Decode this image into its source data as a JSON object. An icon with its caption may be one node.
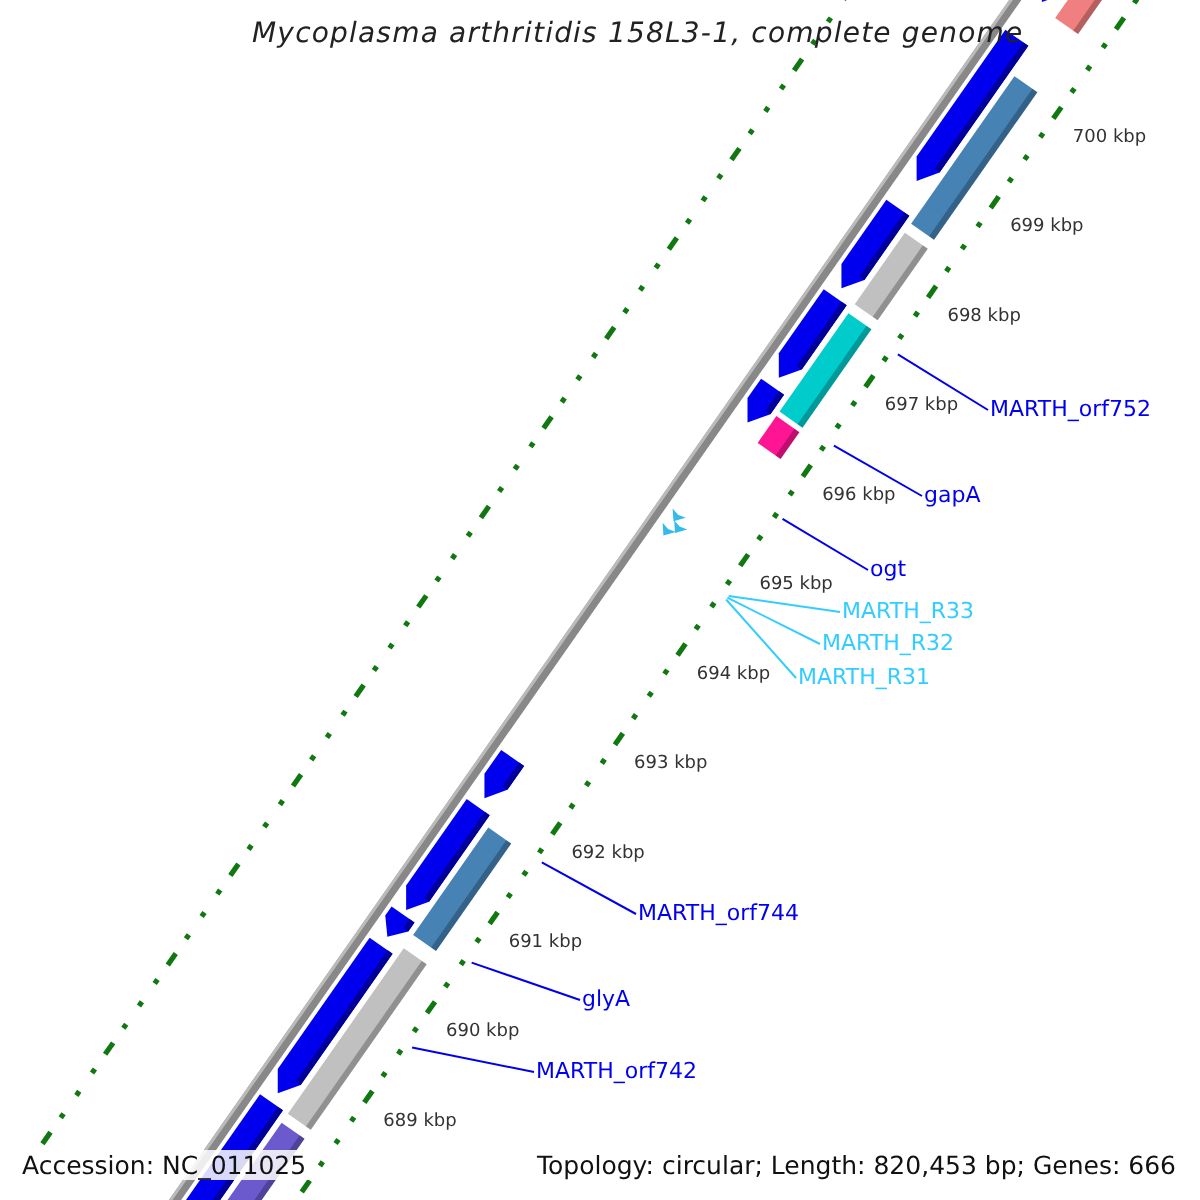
{
  "diagram": {
    "title": "Mycoplasma arthritidis 158L3-1, complete genome",
    "nodes": [
      {
        "text": [
          "MARTH_orf752"
        ]
      },
      {
        "text": [
          "gapA"
        ]
      },
      {
        "text": [
          "ogt"
        ]
      },
      {
        "text": [
          "MARTH_R33"
        ]
      },
      {
        "text": [
          "MARTH_R32"
        ]
      },
      {
        "text": [
          "MARTH_R31"
        ]
      },
      {
        "text": [
          "MARTH_orf744"
        ]
      },
      {
        "text": [
          "glyA"
        ]
      },
      {
        "text": [
          "MARTH_orf742"
        ]
      }
    ],
    "edges": [
      {
        "from": 0,
        "to": null,
        "arrow": "none"
      },
      {
        "from": 1,
        "to": null,
        "arrow": "none"
      },
      {
        "from": 2,
        "to": null,
        "arrow": "none"
      },
      {
        "from": 3,
        "to": null,
        "arrow": "none",
        "color": "#33ccff"
      },
      {
        "from": 4,
        "to": null,
        "arrow": "none",
        "color": "#33ccff"
      },
      {
        "from": 5,
        "to": null,
        "arrow": "none",
        "color": "#33ccff"
      },
      {
        "from": 6,
        "to": null,
        "arrow": "none"
      },
      {
        "from": 7,
        "to": null,
        "arrow": "none"
      },
      {
        "from": 8,
        "to": null,
        "arrow": "none"
      }
    ],
    "labels": [
      "700 kbp",
      "699 kbp",
      "698 kbp",
      "697 kbp",
      "696 kbp",
      "695 kbp",
      "694 kbp",
      "693 kbp",
      "692 kbp",
      "691 kbp",
      "690 kbp",
      "689 kbp",
      "Accession: NC_011025",
      "Topology: circular; Length: 820,453 bp; Genes: 666"
    ]
  }
}
